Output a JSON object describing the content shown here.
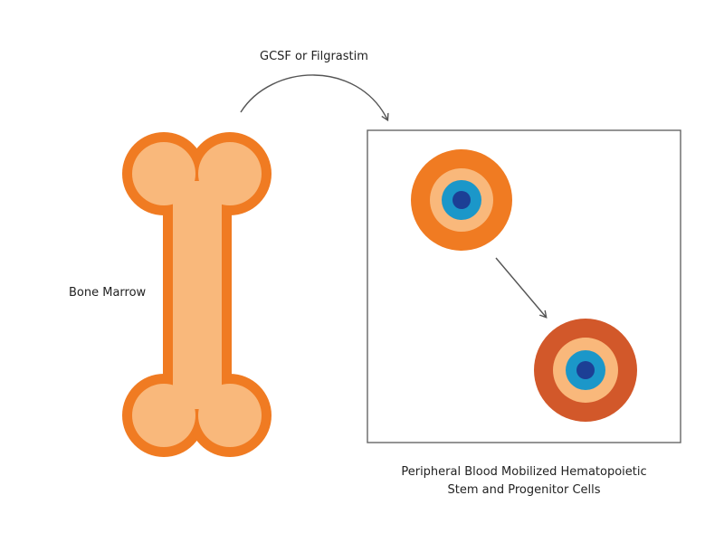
{
  "labels": {
    "stimulus": "GCSF or Filgrastim",
    "source": "Bone Marrow",
    "caption_line1": "Peripheral Blood Mobilized Hematopoietic",
    "caption_line2": "Stem and Progenitor Cells"
  },
  "colors": {
    "bone_outline": "#f07b22",
    "bone_fill": "#f9b87b",
    "cell_outer_orange": "#f07b22",
    "cell_outer_red": "#d2582a",
    "cell_ring": "#f9b87b",
    "cell_inner": "#1b97c9",
    "cell_nucleus": "#1c3f95",
    "arrow": "#555555",
    "frame": "#666666"
  },
  "icons": {
    "bone": "bone-icon",
    "cell": "cell-icon"
  }
}
